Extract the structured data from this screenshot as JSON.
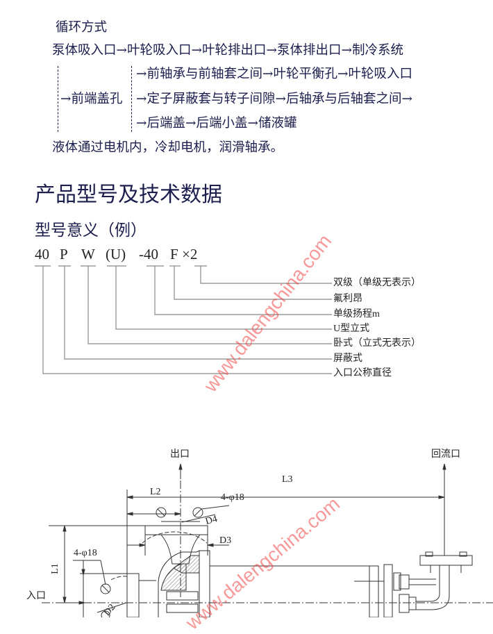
{
  "circulation": {
    "title": "循环方式",
    "main_path": "泵体吸入口→叶轮吸入口→叶轮排出口→泵体排出口→制冷系统",
    "branch_label": "→前端盖孔",
    "branch_rows": [
      "→前轴承与前轴套之间→叶轮平衡孔→叶轮吸入口",
      "→定子屏蔽套与转子间隙→后轴承与后轴套之间→",
      "→后端盖→后端小盖→储液罐"
    ],
    "note": "液体通过电机内，冷却电机，润滑轴承。"
  },
  "section_title": "产品型号及技术数据",
  "model_meaning": {
    "title": "型号意义（例）",
    "code_parts": [
      "40",
      "P",
      "W",
      "(U)",
      "-40",
      "F",
      "×2"
    ],
    "legend": [
      "双级（单级无表示）",
      "氟利昂",
      "单级扬程m",
      "U型立式",
      "卧式（立式无表示）",
      "屏蔽式",
      "入口公称直径"
    ]
  },
  "drawing": {
    "outlet": "出口",
    "return_port": "回流口",
    "inlet": "入口",
    "dims": {
      "l1": "L1",
      "l2": "L2",
      "l3": "L3",
      "d2": "D2",
      "d3": "D3",
      "d4": "D4"
    },
    "holes_top": "4-φ18",
    "holes_left": "4-φ18"
  },
  "watermark": "www.dalengchina.com"
}
